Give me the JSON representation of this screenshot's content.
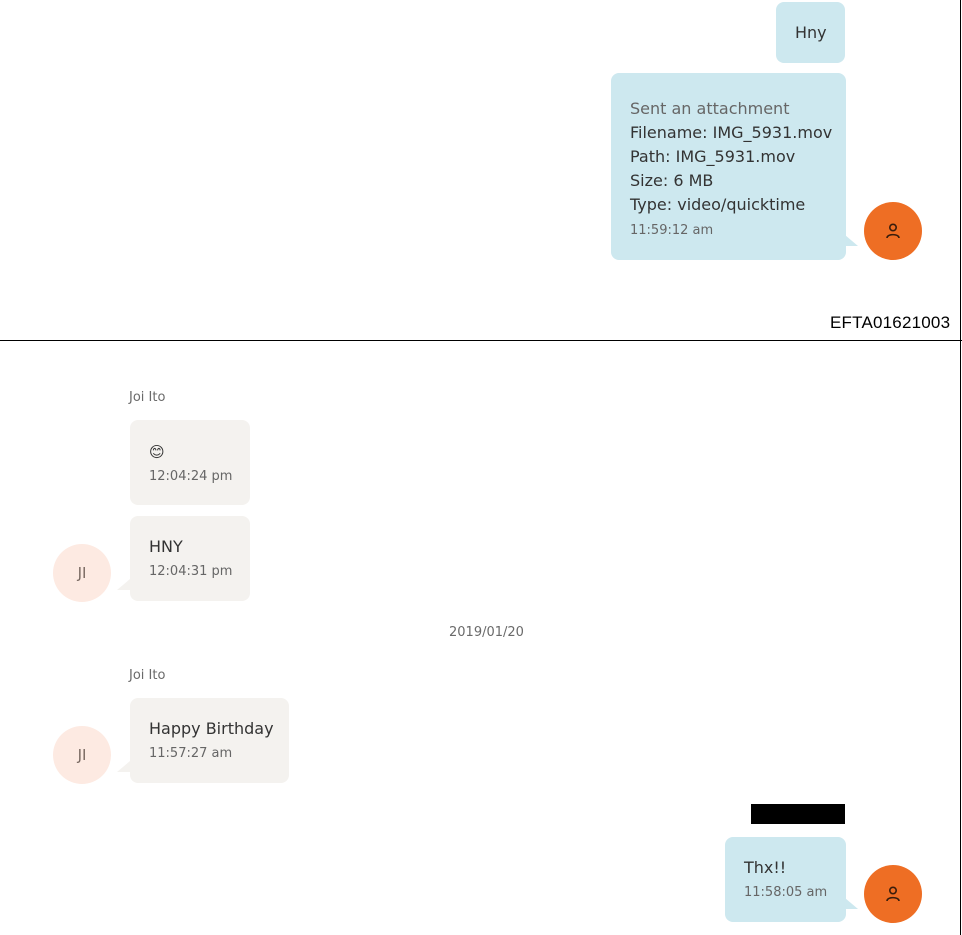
{
  "page1": {
    "messages": [
      {
        "text": "Hny"
      },
      {
        "attachment": {
          "label": "Sent an attachment",
          "filename": "Filename: IMG_5931.mov",
          "path": "Path: IMG_5931.mov",
          "size": "Size: 6 MB",
          "type": "Type: video/quicktime"
        },
        "time": "11:59:12 am"
      }
    ],
    "bates": "EFTA01621003"
  },
  "page2": {
    "group1": {
      "sender": "Joi Ito",
      "avatar_initials": "JI",
      "messages": [
        {
          "text": "😊",
          "time": "12:04:24 pm"
        },
        {
          "text": "HNY",
          "time": "12:04:31 pm"
        }
      ]
    },
    "date_separator": "2019/01/20",
    "group2": {
      "sender": "Joi Ito",
      "avatar_initials": "JI",
      "messages": [
        {
          "text": "Happy Birthday",
          "time": "11:57:27 am"
        }
      ]
    },
    "outgoing": {
      "text": "Thx!!",
      "time": "11:58:05 am"
    }
  },
  "colors": {
    "outgoing_bubble": "#cde8ef",
    "incoming_bubble": "#f4f2ef",
    "self_avatar": "#ee6e24",
    "other_avatar": "#fdeae2"
  },
  "icons": {
    "self_avatar": "person-icon"
  }
}
